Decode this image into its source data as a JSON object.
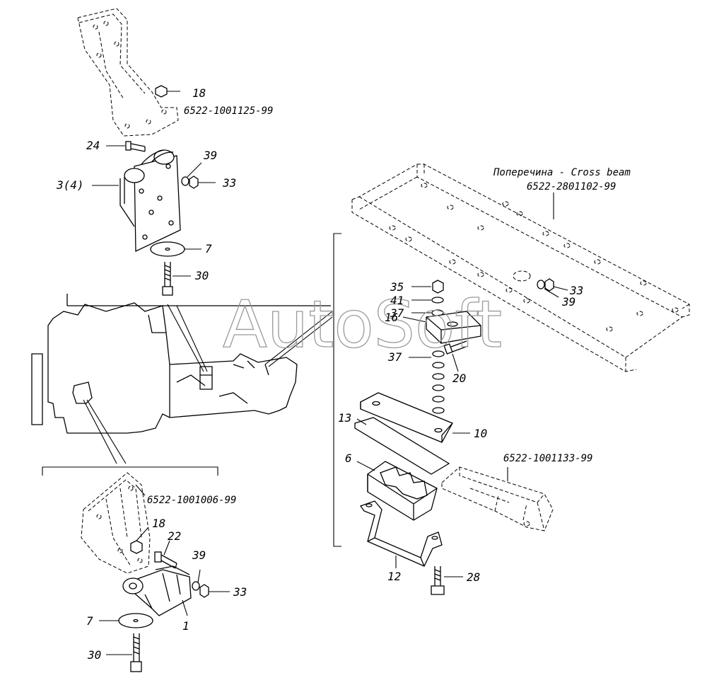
{
  "watermark": "AutoSoft",
  "callouts": {
    "front_top": [
      "18",
      "24",
      "39",
      "3(4)",
      "33",
      "7",
      "30"
    ],
    "front_bottom": [
      "18",
      "22",
      "39",
      "33",
      "7",
      "1",
      "30"
    ],
    "rear": [
      "35",
      "41",
      "37",
      "16",
      "37",
      "20",
      "13",
      "10",
      "6",
      "12",
      "28",
      "33",
      "39"
    ]
  },
  "part_numbers": {
    "upper_bracket": "6522-1001125-99",
    "lower_bracket": "6522-1001006-99",
    "crossbeam_ru": "Поперечина - Cross beam",
    "crossbeam_pn": "6522-2801102-99",
    "rear_bracket": "6522-1001133-99"
  }
}
